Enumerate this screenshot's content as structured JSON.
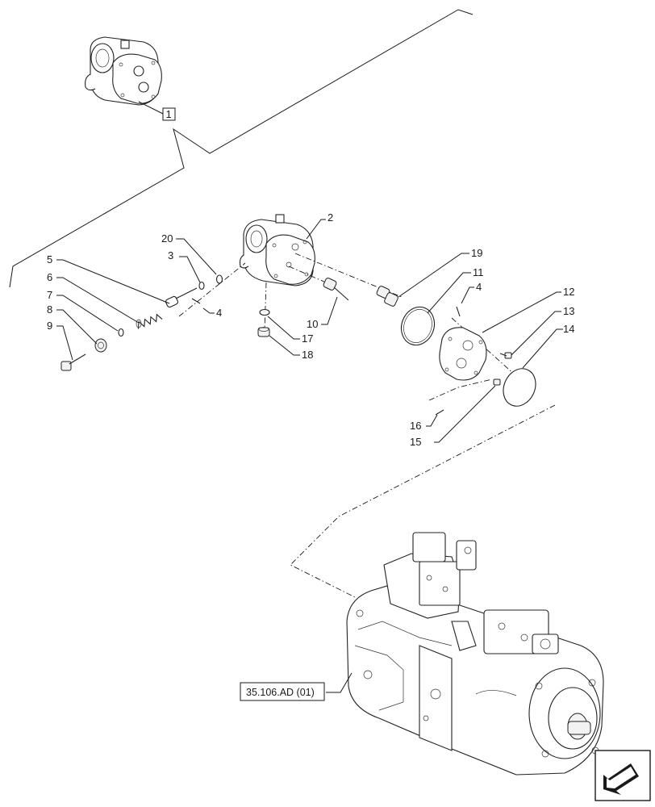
{
  "diagram": {
    "callouts": [
      "1",
      "2",
      "3",
      "4",
      "4",
      "5",
      "6",
      "7",
      "8",
      "9",
      "10",
      "11",
      "12",
      "13",
      "14",
      "15",
      "16",
      "17",
      "18",
      "19",
      "20"
    ],
    "reference_label": "35.106.AD (01)"
  },
  "icons": {
    "nav": "next-page-arrow-icon"
  },
  "colors": {
    "line": "#1a1a1a",
    "background": "#ffffff"
  }
}
